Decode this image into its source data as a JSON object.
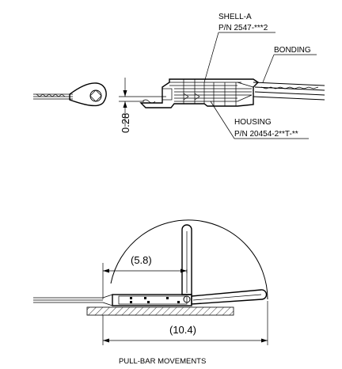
{
  "side_view": {
    "shell_label": "SHELL-A",
    "shell_pn": "P/N 2547-***2",
    "bonding_label": "BONDING",
    "housing_label": "HOUSING",
    "housing_pn": "P/N 20454-2**T-**",
    "thickness_dim": "0.28"
  },
  "bottom_view": {
    "dim_short": "(5.8)",
    "dim_long": "(10.4)",
    "caption": "PULL-BAR MOVEMENTS"
  }
}
